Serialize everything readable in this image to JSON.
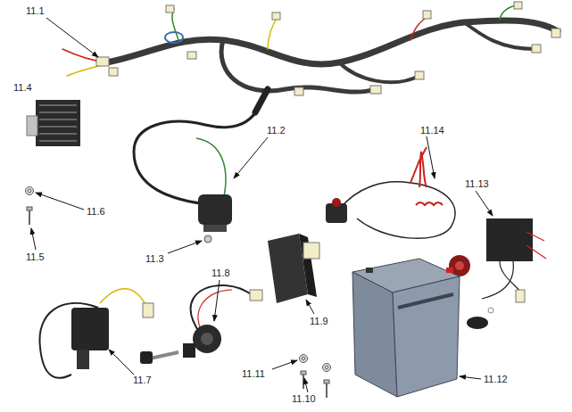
{
  "diagram": {
    "labels": [
      "11.1",
      "11.4",
      "11.2",
      "11.14",
      "11.13",
      "11.6",
      "11.5",
      "11.3",
      "11.8",
      "11.9",
      "11.7",
      "11.11",
      "11.10",
      "11.12"
    ]
  }
}
